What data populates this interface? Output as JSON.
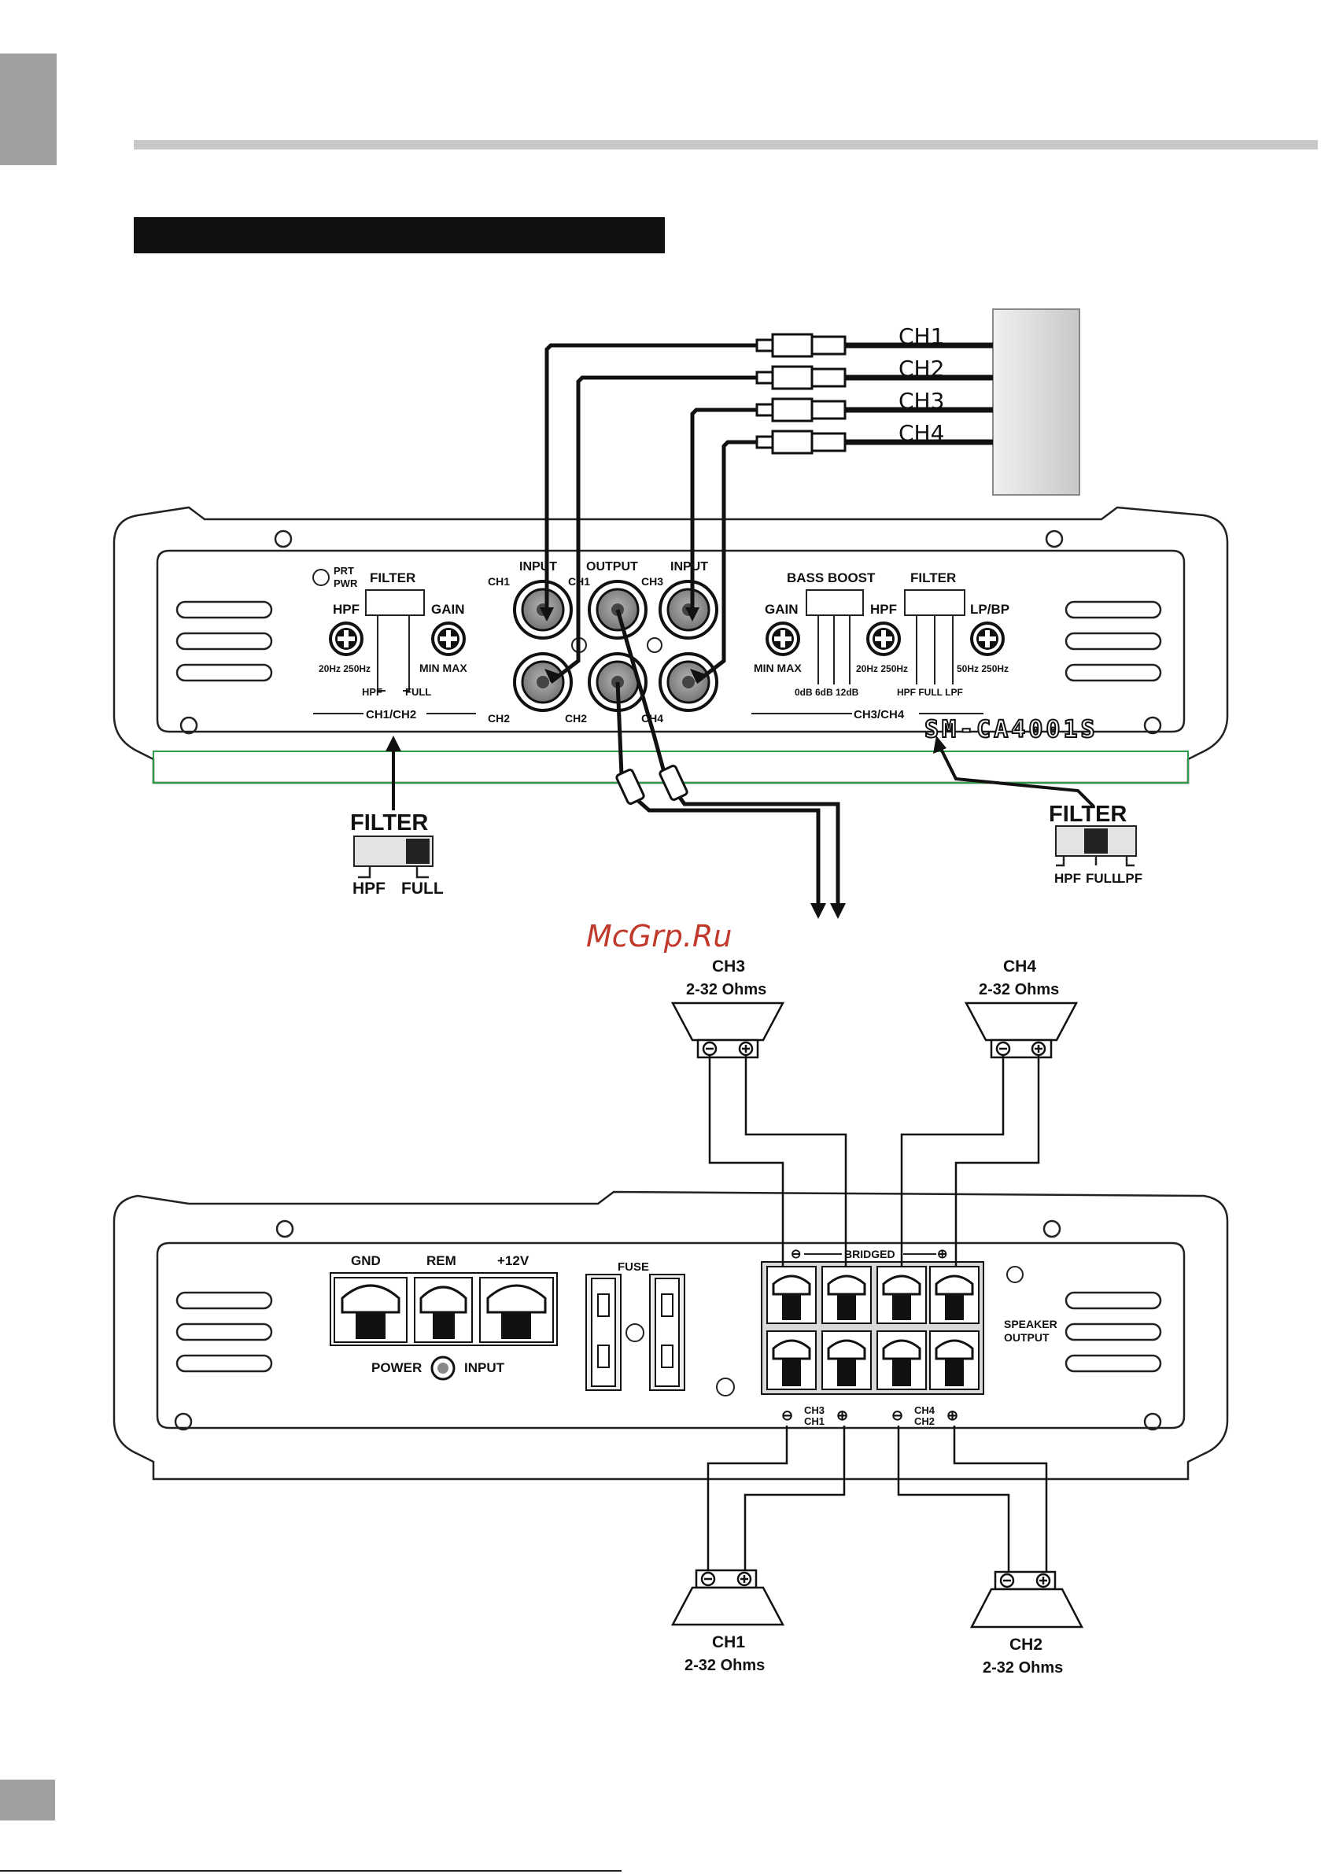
{
  "watermark": "McGrp.Ru",
  "source_channels": [
    "CH1",
    "CH2",
    "CH3",
    "CH4"
  ],
  "front_panel": {
    "led_labels": [
      "PRT",
      "PWR"
    ],
    "left": {
      "filter_label": "FILTER",
      "hpf_label": "HPF",
      "hpf_range": "20Hz  250Hz",
      "gain_label": "GAIN",
      "gain_range": "MIN  MAX",
      "filter_hpf": "HPF",
      "filter_full": "FULL",
      "section_label": "CH1/CH2"
    },
    "rca": {
      "input_left": "INPUT",
      "output": "OUTPUT",
      "input_right": "INPUT",
      "ch1_left": "CH1",
      "ch1_mid": "CH1",
      "ch3": "CH3",
      "ch2_left": "CH2",
      "ch2_mid": "CH2",
      "ch4": "CH4"
    },
    "right": {
      "bass_boost_label": "BASS BOOST",
      "filter_label": "FILTER",
      "gain_label": "GAIN",
      "gain_range": "MIN  MAX",
      "bass_values": "0dB  6dB  12dB",
      "hpf_label": "HPF",
      "hpf_range": "20Hz  250Hz",
      "filter_modes": "HPF FULL  LPF",
      "lpbp_label": "LP/BP",
      "lpbp_range": "50Hz  250Hz",
      "section_label": "CH3/CH4"
    },
    "model": "SM-CA4001S"
  },
  "filter_switch_left": {
    "title": "FILTER",
    "opt1": "HPF",
    "opt2": "FULL"
  },
  "filter_switch_right": {
    "title": "FILTER",
    "opt1": "HPF",
    "opt2": "FULL",
    "opt3": "LPF"
  },
  "speakers": {
    "ch3": {
      "name": "CH3",
      "impedance": "2-32 Ohms"
    },
    "ch4": {
      "name": "CH4",
      "impedance": "2-32 Ohms"
    },
    "ch1": {
      "name": "CH1",
      "impedance": "2-32 Ohms"
    },
    "ch2": {
      "name": "CH2",
      "impedance": "2-32 Ohms"
    }
  },
  "rear_panel": {
    "gnd": "GND",
    "rem": "REM",
    "plus12": "+12V",
    "power_label": "POWER",
    "input_label": "INPUT",
    "fuse_label": "FUSE",
    "bridged_label": "BRIDGED",
    "ch3_ch1_top": "CH3",
    "ch3_ch1_bottom": "CH1",
    "ch4_ch2_top": "CH4",
    "ch4_ch2_bottom": "CH2",
    "speaker_output_1": "SPEAKER",
    "speaker_output_2": "OUTPUT"
  }
}
